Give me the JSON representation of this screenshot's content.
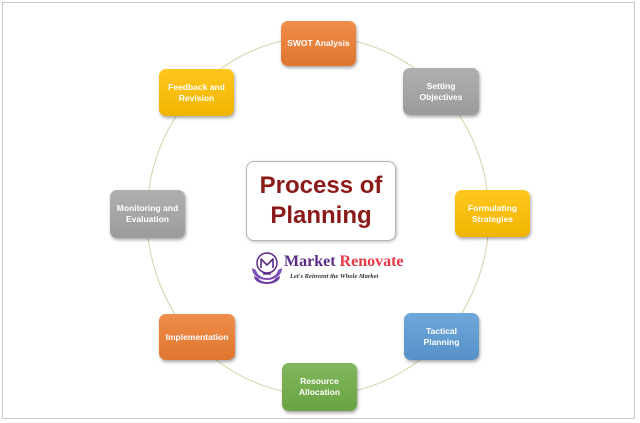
{
  "diagram": {
    "title_lines": [
      "Process of",
      "Planning"
    ],
    "steps": [
      {
        "label": "SWOT Analysis",
        "color": "#ed7d31"
      },
      {
        "label": "Setting Objectives",
        "color": "#a5a5a5"
      },
      {
        "label": "Formulating Strategies",
        "color": "#ffc000"
      },
      {
        "label": "Tactical Planning",
        "color": "#5b9bd5"
      },
      {
        "label": "Resource Allocation",
        "color": "#70ad47"
      },
      {
        "label": "Implementation",
        "color": "#ed7d31"
      },
      {
        "label": "Monitoring and Evaluation",
        "color": "#a5a5a5"
      },
      {
        "label": "Feedback and Revision",
        "color": "#ffc000"
      }
    ]
  },
  "brand": {
    "name_part1": "Market ",
    "name_part2": "Renovate",
    "tagline": "Let's Reinvent the Whole Market",
    "logo_icon": "lightbulb-m-icon"
  }
}
